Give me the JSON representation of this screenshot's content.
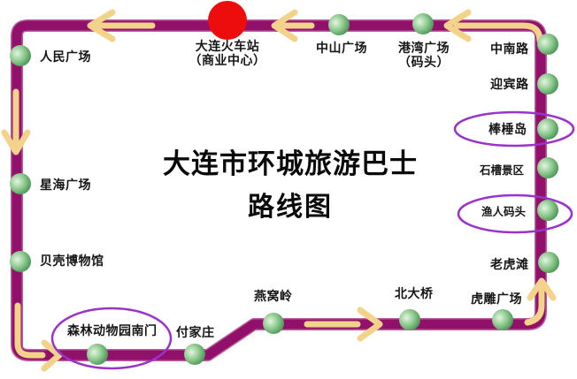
{
  "title": {
    "line1": "大连市环城旅游巴士",
    "line2": "路线图"
  },
  "map": {
    "type": "loop-bus-route",
    "direction": "arrows run counter-clockwise along the loop",
    "colors": {
      "route_line": "#90106a",
      "route_line_edge": "#bc5f9f",
      "direction_arrow": "#f3d38b",
      "station_dot": "#4f9b58",
      "terminal_marker": "#ee0d0d",
      "highlight_ellipse": "#9933cc",
      "background": "#ffffff"
    }
  },
  "stations": [
    {
      "name": "大连火车站",
      "note": "（商业中心）",
      "marker": "red-circle",
      "circled": false
    },
    {
      "name": "人民广场",
      "circled": false
    },
    {
      "name": "星海广场",
      "circled": false
    },
    {
      "name": "贝壳博物馆",
      "circled": false
    },
    {
      "name": "森林动物园南门",
      "circled": true
    },
    {
      "name": "付家庄",
      "circled": false
    },
    {
      "name": "燕窝岭",
      "circled": false
    },
    {
      "name": "北大桥",
      "circled": false
    },
    {
      "name": "虎雕广场",
      "circled": false
    },
    {
      "name": "老虎滩",
      "circled": false
    },
    {
      "name": "渔人码头",
      "circled": true
    },
    {
      "name": "石槽景区",
      "circled": false
    },
    {
      "name": "棒棰岛",
      "circled": true
    },
    {
      "name": "迎宾路",
      "circled": false
    },
    {
      "name": "中南路",
      "circled": false
    },
    {
      "name": "港湾广场",
      "note": "（码头）",
      "circled": false
    },
    {
      "name": "中山广场",
      "circled": false
    }
  ]
}
